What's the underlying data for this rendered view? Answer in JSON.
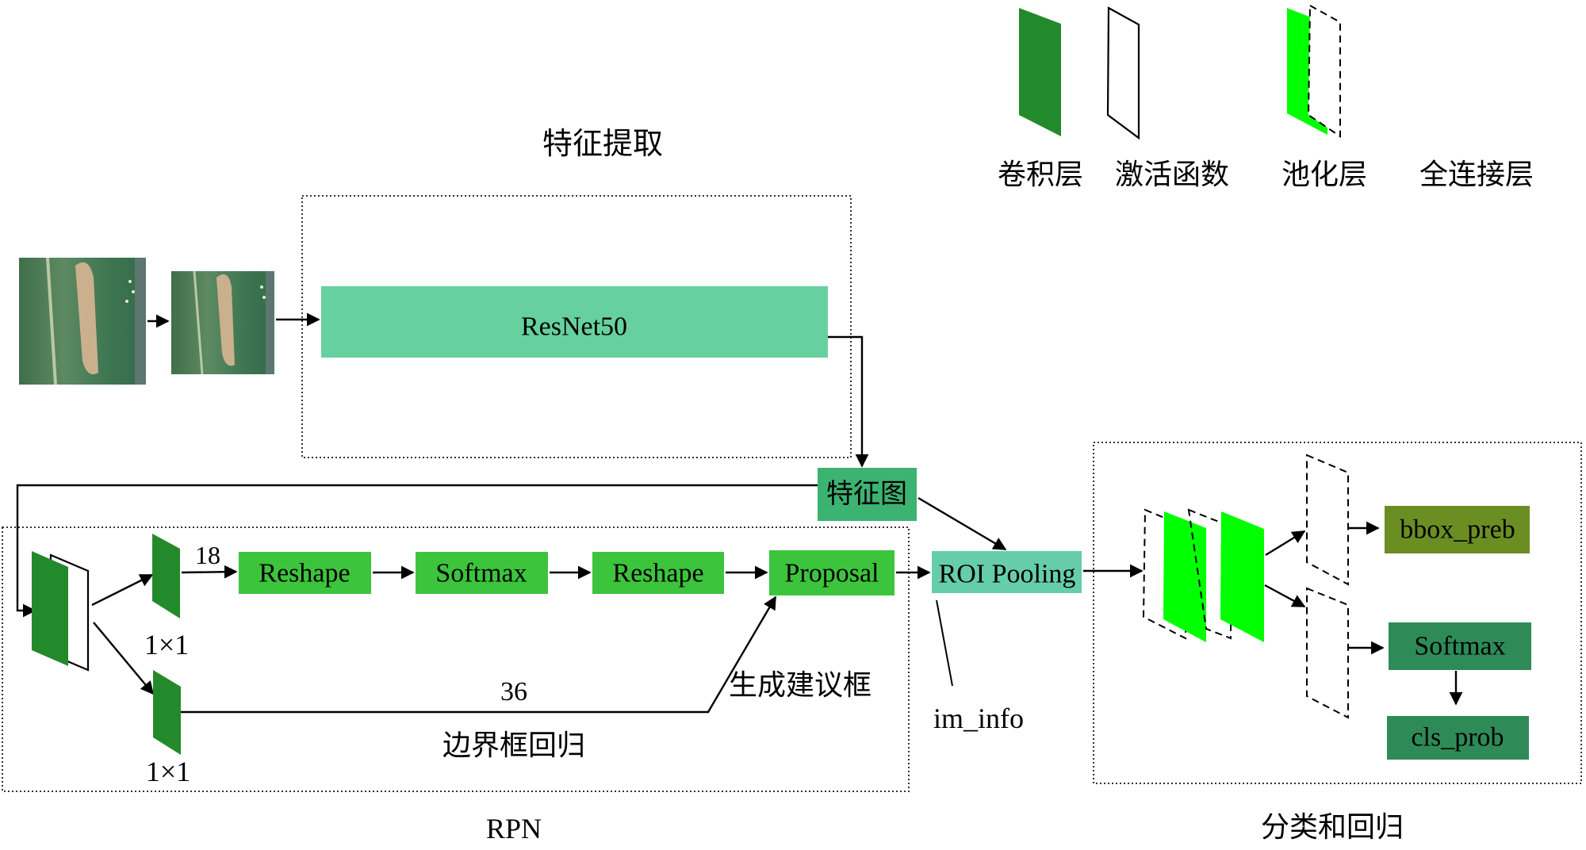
{
  "colors": {
    "conv_layer": "#238a2b",
    "pool_layer": "#00ff00",
    "resnet_box": "#66d19e",
    "feature_map_box": "#3cb371",
    "rpn_box": "#3cc43c",
    "roi_box": "#66cdaa",
    "bbox_box": "#6b8e23",
    "cls_box": "#2e8b57"
  },
  "legend": {
    "items": [
      {
        "label": "卷积层",
        "style": "conv_layer"
      },
      {
        "label": "激活函数",
        "style": "activation"
      },
      {
        "label": "池化层",
        "style": "pool_layer"
      },
      {
        "label": "全连接层",
        "style": "fully_connected"
      }
    ]
  },
  "feature_extraction": {
    "title": "特征提取",
    "backbone_label": "ResNet50",
    "input_images": [
      "leaf-image-original",
      "leaf-image-resized"
    ]
  },
  "feature_map": {
    "label": "特征图"
  },
  "rpn": {
    "title": "RPN",
    "channels_cls": "18",
    "channels_reg": "36",
    "kernel_top": "1×1",
    "kernel_bottom": "1×1",
    "boxes": [
      "Reshape",
      "Softmax",
      "Reshape",
      "Proposal"
    ],
    "reg_label": "边界框回归",
    "proposal_label": "生成建议框"
  },
  "roi": {
    "label": "ROI Pooling",
    "im_info": "im_info"
  },
  "head": {
    "title": "分类和回归",
    "bbox_label": "bbox_preb",
    "softmax_label": "Softmax",
    "cls_label": "cls_prob"
  }
}
